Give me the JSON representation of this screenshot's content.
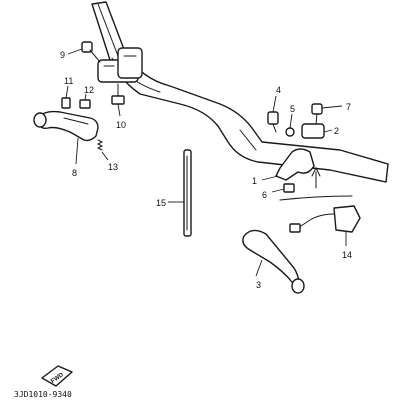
{
  "callouts": {
    "c1": "1",
    "c2": "2",
    "c3": "3",
    "c4": "4",
    "c5": "5",
    "c6": "6",
    "c7": "7",
    "c8": "8",
    "c9": "9",
    "c10": "10",
    "c11": "11",
    "c12": "12",
    "c13": "13",
    "c14": "14",
    "c15": "15"
  },
  "drawing_code": "3JD1010-9340",
  "fwd_label": "FWD"
}
